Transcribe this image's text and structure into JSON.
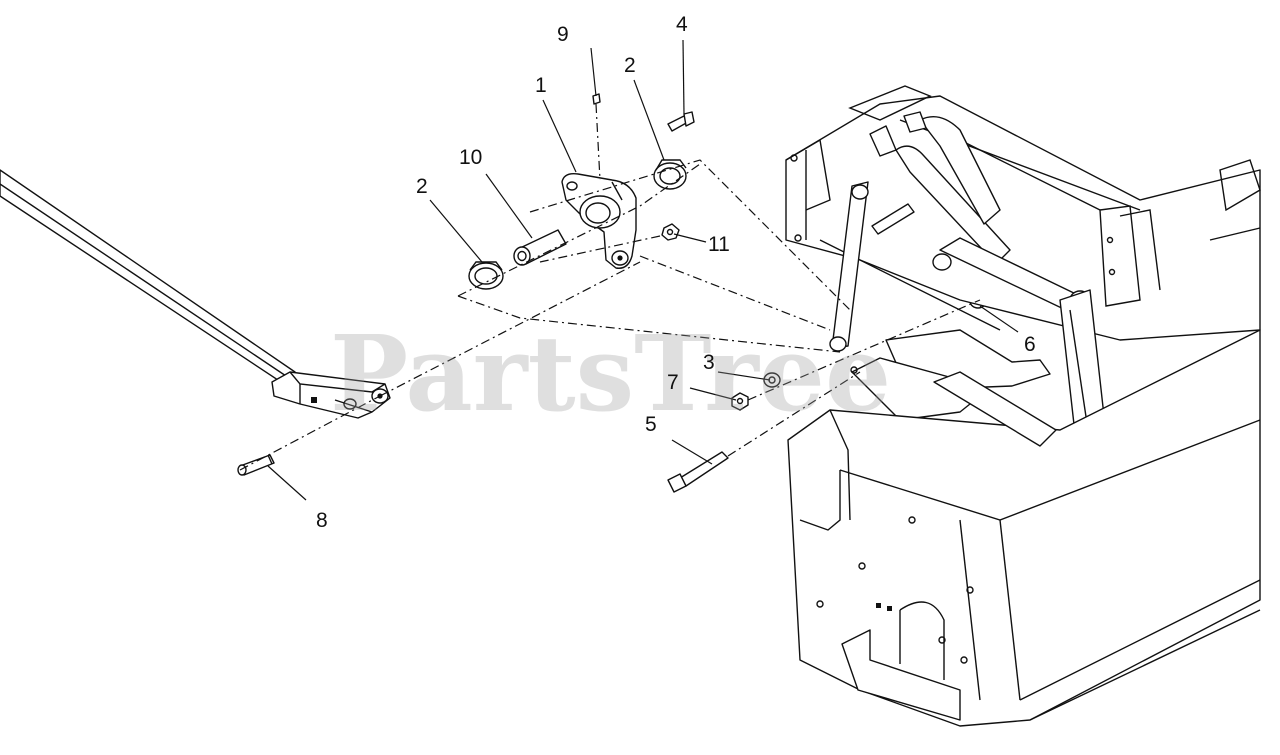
{
  "watermark": "PartsTree",
  "callouts": [
    {
      "id": "c1",
      "number": "1"
    },
    {
      "id": "c2a",
      "number": "2"
    },
    {
      "id": "c2b",
      "number": "2"
    },
    {
      "id": "c3",
      "number": "3"
    },
    {
      "id": "c4",
      "number": "4"
    },
    {
      "id": "c5",
      "number": "5"
    },
    {
      "id": "c6",
      "number": "6"
    },
    {
      "id": "c7",
      "number": "7"
    },
    {
      "id": "c8",
      "number": "8"
    },
    {
      "id": "c9",
      "number": "9"
    },
    {
      "id": "c10",
      "number": "10"
    },
    {
      "id": "c11",
      "number": "11"
    }
  ]
}
